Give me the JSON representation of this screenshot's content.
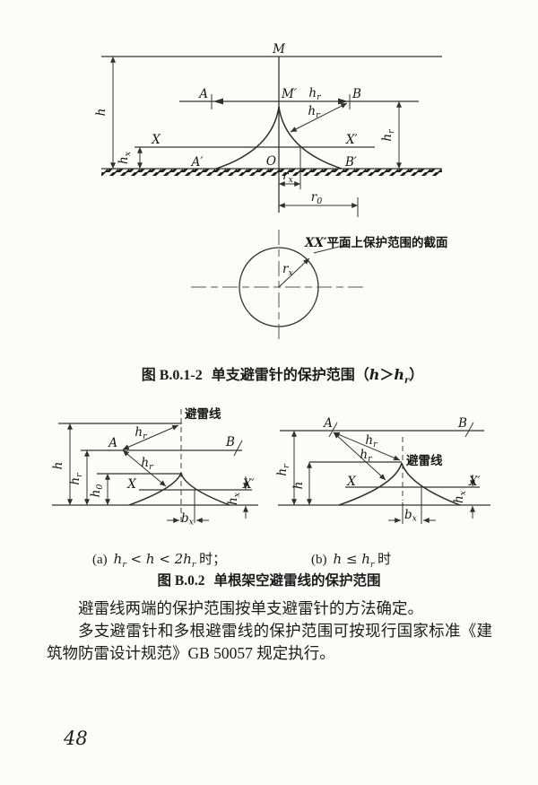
{
  "page": {
    "number": "48"
  },
  "sym": {
    "m": {
      "base": "M"
    },
    "mp": {
      "base": "M′"
    },
    "a": {
      "base": "A"
    },
    "b": {
      "base": "B"
    },
    "ap": {
      "base": "A′"
    },
    "bp": {
      "base": "B′"
    },
    "o": {
      "base": "O"
    },
    "x": {
      "base": "X"
    },
    "xp": {
      "base": "X′"
    },
    "h": {
      "base": "h"
    },
    "hr": {
      "base": "h",
      "sub": "r"
    },
    "hx": {
      "base": "h",
      "sub": "x"
    },
    "h0": {
      "base": "h",
      "sub": "0"
    },
    "rx": {
      "base": "r",
      "sub": "x"
    },
    "r0": {
      "base": "r",
      "sub": "0"
    },
    "bx": {
      "base": "b",
      "sub": "x"
    }
  },
  "figure1": {
    "plan_prefix": "XX′",
    "plan_text": "平面上保护范围的截面",
    "caption": {
      "label": "图 B.0.1-2",
      "title": "单支避雷针的保护范围",
      "cond_open": "（",
      "cond_v1": "h",
      "cond_op": "＞",
      "cond_v2": "h",
      "cond_v2_sub": "r",
      "cond_close": "）"
    }
  },
  "figure2": {
    "wire_label": "避雷线",
    "sub_a": {
      "marker": "(a)",
      "v1": "h",
      "v1_sub": "r",
      "op1": " < ",
      "v2": "h",
      "op2": " < 2",
      "v3": "h",
      "v3_sub": "r",
      "suffix": " 时；"
    },
    "sub_b": {
      "marker": "(b)",
      "v1": "h",
      "op": " ≤ ",
      "v2": "h",
      "v2_sub": "r",
      "suffix": " 时"
    },
    "caption": {
      "label": "图 B.0.2",
      "title": "单根架空避雷线的保护范围"
    }
  },
  "body": {
    "p1": "避雷线两端的保护范围按单支避雷针的方法确定。",
    "p2": "多支避雷针和多根避雷线的保护范围可按现行国家标准《建筑物防雷设计规范》GB 50057 规定执行。"
  },
  "colors": {
    "ink": "#1b1b1b",
    "line": "#333333",
    "paper": "#fcfcfa"
  }
}
